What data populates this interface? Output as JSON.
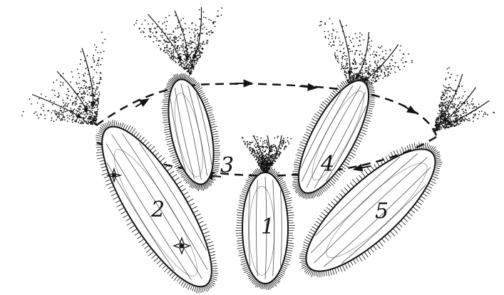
{
  "colors": {
    "ink": "#141414",
    "paper": "#ffffff"
  },
  "labels": {
    "cell_1": "1",
    "cell_2": "2",
    "cell_3": "3",
    "cell_4": "4",
    "cell_5": "5"
  }
}
